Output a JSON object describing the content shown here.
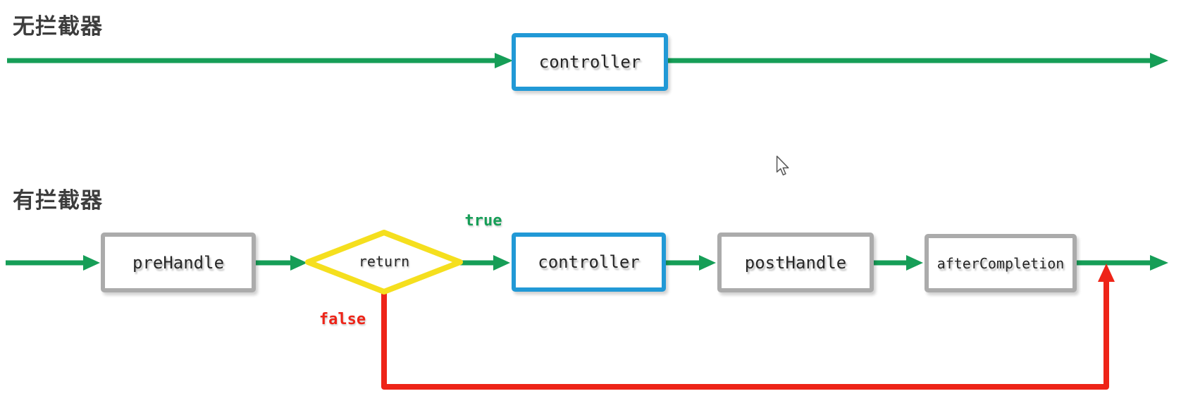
{
  "colors": {
    "flow_green": "#169e57",
    "branch_red": "#ee2418",
    "decision_yellow": "#f5df1e",
    "controller_blue": "#2199d6",
    "handler_gray": "#ababab",
    "label_dark": "#262626",
    "heading_gray": "#3d3d3d"
  },
  "headings": {
    "no_interceptor": "无拦截器",
    "with_interceptor": "有拦截器"
  },
  "top_flow": {
    "controller_label": "controller"
  },
  "bottom_flow": {
    "prehandle_label": "preHandle",
    "decision_label": "return",
    "true_label": "true",
    "false_label": "false",
    "controller_label": "controller",
    "posthandle_label": "postHandle",
    "aftercompletion_label": "afterCompletion"
  },
  "cursor": {
    "icon": "arrow-pointer"
  }
}
